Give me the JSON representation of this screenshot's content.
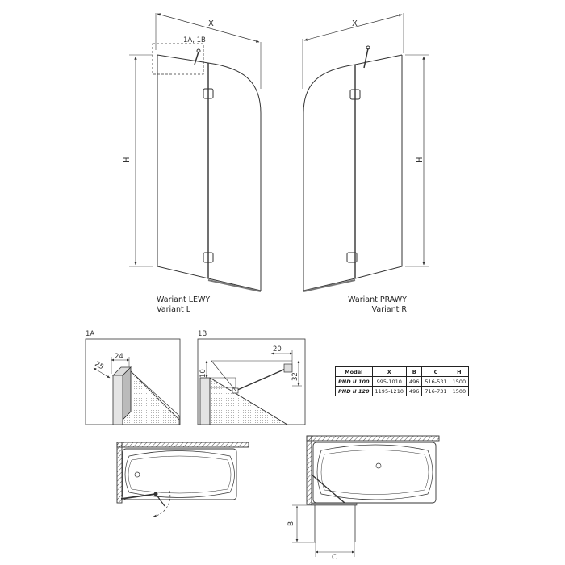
{
  "dimensions": {
    "x": "X",
    "h": "H",
    "detail_marker": "1A, 1B",
    "b": "B",
    "c": "C"
  },
  "variants": {
    "left_line1": "Wariant LEWY",
    "left_line2": "Variant L",
    "right_line1": "Wariant PRAWY",
    "right_line2": "Variant R"
  },
  "details": {
    "d1a_label": "1A",
    "d1a_dim_a": "24",
    "d1a_dim_b": "25",
    "d1b_label": "1B",
    "d1b_dim_a": "20",
    "d1b_dim_b": "10",
    "d1b_dim_c": "32"
  },
  "table": {
    "headers": [
      "Model",
      "X",
      "B",
      "C",
      "H"
    ],
    "rows": [
      [
        "PND II 100",
        "995-1010",
        "496",
        "516-531",
        "1500"
      ],
      [
        "PND II 120",
        "1195-1210",
        "496",
        "716-731",
        "1500"
      ]
    ]
  }
}
